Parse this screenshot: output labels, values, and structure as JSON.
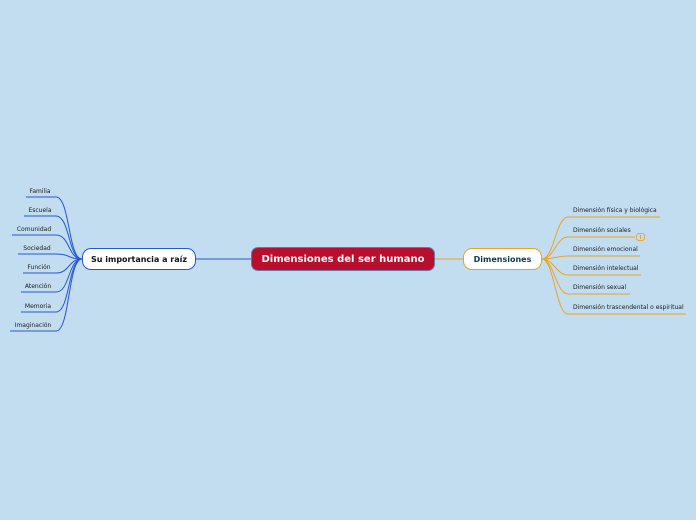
{
  "central_topic": "Dimensiones del ser humano",
  "left_branch": {
    "label": "Su importancia a raíz",
    "children": [
      "Familia",
      "Escuela",
      "Comunidad",
      "Sociedad",
      "Función",
      "Atención",
      "Memoria",
      "Imaginación"
    ]
  },
  "right_branch": {
    "label": "Dimensiones",
    "children": [
      "Dimensión física y biológica",
      "Dimensión sociales",
      "Dimensión emocional",
      "Dimensión intelectual",
      "Dimensión sexual",
      "Dimensión trascendental o espiritual"
    ]
  },
  "icons": {
    "note": "note-icon"
  },
  "colors": {
    "background": "#c2ddf0",
    "central_fill": "#b80f2f",
    "left_branch": "#2456d6",
    "right_branch": "#eaa225"
  }
}
